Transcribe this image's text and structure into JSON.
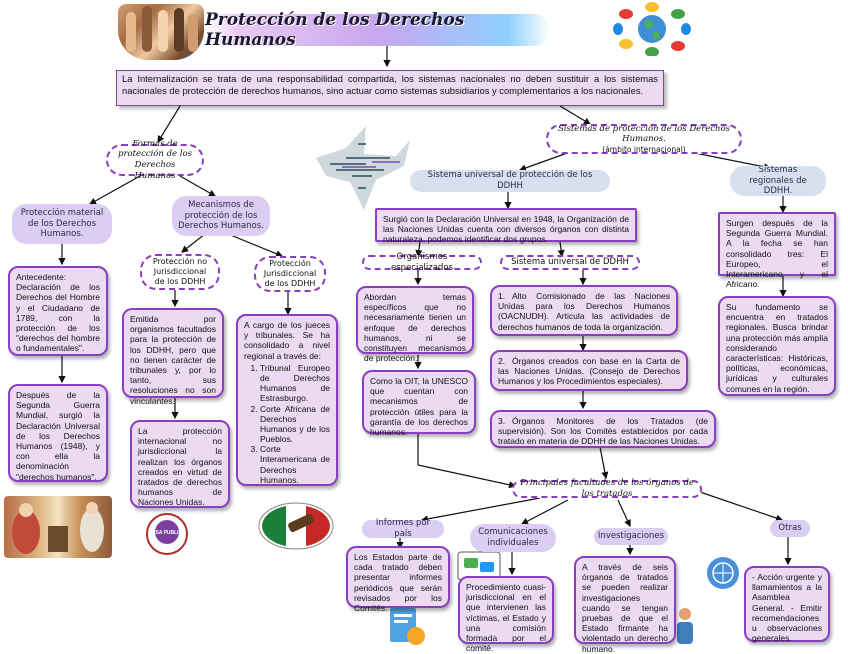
{
  "title": "Protección de los Derechos Humanos",
  "intro": "La Internalización se trata de una responsabilidad compartida, los sistemas nacionales no deben sustituir a los sistemas nacionales de protección de derechos humanos, sino actuar como sistemas subsidiarios y complementarios a los nacionales.",
  "left": {
    "formas_label": "Formas de protección de los Derechos Humanos",
    "material": {
      "label": "Protección material de los Derechos Humanos.",
      "box1": "Antecedente: Declaración de los Derechos del Hombre y el Ciudadano de 1789, con la protección de los \"derechos del hombre o fundamentales\".",
      "box2": "Después de la Segunda Guerra Mundial, surgió la Declaración Universal de los Derechos Humanos (1948), y con ella la denominación \"derechos humanos\"."
    },
    "mecanismos": {
      "label": "Mecanismos de protección de los Derechos Humanos.",
      "no_juris": {
        "label": "Protección no Jurisdiccional de los DDHH",
        "box1": "Emitida por organismos facultados para la protección de los DDHH, pero que no tienen carácter de tribunales y, por lo tanto, sus resoluciones no son vinculantes.",
        "box2": "La protección internacional no jurisdiccional la realizan los órganos creados en virtud de tratados de derechos humanos de Naciones Unidas."
      },
      "juris": {
        "label": "Protección Jurisdiccional de los DDHH",
        "intro": "A cargo de los jueces y tribunales. Se ha consolidado a nivel regional a través de:",
        "items": [
          "Tribunal Europeo de Derechos Humanos de Estrasburgo.",
          "Corte Africana de Derechos Humanos y de los Pueblos.",
          "Corte Interamericana de Derechos Humanos."
        ]
      }
    },
    "logo_text": "CASA PUBLICA"
  },
  "right": {
    "sistemas_label": "Sistemas de protección de los Derechos Humanos.",
    "sistemas_sub": "(ámbito internacional)",
    "universal": {
      "label": "Sistema universal de protección de los DDHH",
      "box": "Surgió con la Declaración Universal en 1948, la Organización de las Naciones Unidas cuenta con diversos órganos con distinta naturaleza, podemos identificar dos grupos.",
      "especializados": {
        "label": "Organismos especializados",
        "box1": "Abordan temas específicos que no necesariamente tienen un enfoque de derechos humanos, ni se constituyen mecanismos de protección.",
        "box2": "Como la OIT, la UNESCO que cuentan con mecanismos de protección útiles para la garantía de los derechos humanos."
      },
      "sistema_ddhh": {
        "label": "Sistema universal de DDHH",
        "items": [
          {
            "num": "1.",
            "text": "Alto Comisionado de las Naciones Unidas para los Derechos Humanos (OACNUDH). Articula las actividades de derechos humanos de toda la organización."
          },
          {
            "num": "2.",
            "text": "Órganos creados con base en la Carta de las Naciones Unidas. (Consejo de Derechos Humanos y los Procedimientos especiales)."
          },
          {
            "num": "3.",
            "text": "Órganos Monitores de los Tratados (de supervisión). Son los Comités establecidos por cada tratado en materia de DDHH de las Naciones Unidas."
          }
        ]
      }
    },
    "regionales": {
      "label": "Sistemas regionales de DDHH.",
      "box1": "Surgen después de la Segunda Guerra Mundial. A la fecha se han consolidado tres: El Europeo, el Interamericano y el Africano.",
      "box2": "Su fundamento se encuentra en tratados regionales. Busca brindar una protección más amplia considerando características: Históricas, políticas, económicas, jurídicas y culturales comunes en la región."
    }
  },
  "bottom": {
    "facultades_label": "Principales facultades de los órganos de los tratados",
    "informes": {
      "label": "Informes por país",
      "box": "Los Estados parte de cada tratado deben presentar informes periódicos que serán revisados por los Comités."
    },
    "comunicaciones": {
      "label": "Comunicaciones individuales",
      "box": "Procedimiento cuasi-jurisdiccional en el que intervienen las víctimas, el Estado y una comisión formada por el comité."
    },
    "investigaciones": {
      "label": "Investigaciones",
      "box": "A través de seis órganos de tratados se pueden realizar investigaciones cuando se tengan pruebas de que el Estado firmante ha violentado un derecho humano."
    },
    "otras": {
      "label": "Otras",
      "box": "- Acción urgente y llamamientos a la Asamblea General. - Emitir recomendaciones u observaciones generales."
    }
  }
}
